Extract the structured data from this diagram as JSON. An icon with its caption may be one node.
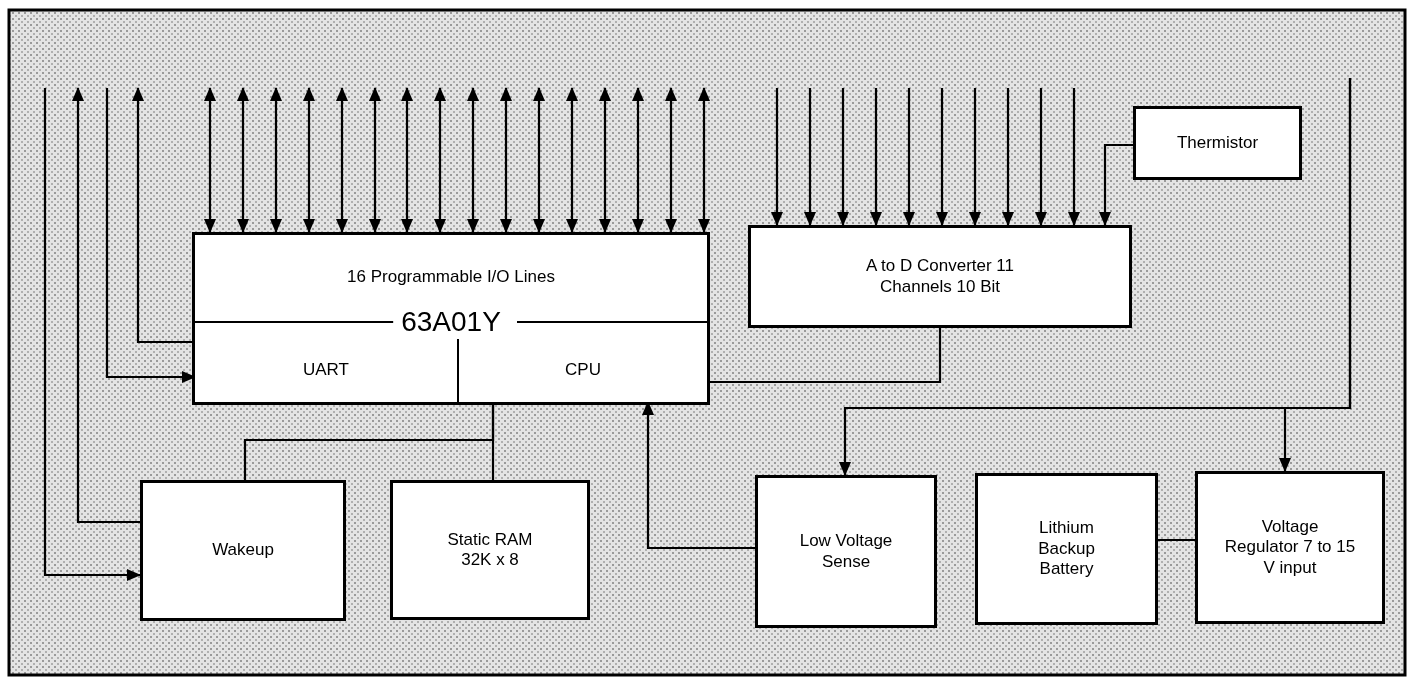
{
  "diagram": {
    "nodes": [
      {
        "text": [
          "16 Programmable I/O Lines",
          "63A01Y"
        ]
      },
      {
        "text": [
          "UART"
        ],
        "in": 0
      },
      {
        "text": [
          "CPU"
        ],
        "in": 0
      },
      {
        "text": [
          "A to D Converter 11 Channels 10 Bit"
        ]
      },
      {
        "text": [
          "Thermistor"
        ]
      },
      {
        "text": [
          "Wakeup"
        ]
      },
      {
        "text": [
          "Static RAM 32K x 8"
        ]
      },
      {
        "text": [
          "Low Voltage Sense"
        ]
      },
      {
        "text": [
          "Lithium Backup Battery"
        ]
      },
      {
        "text": [
          "Voltage Regulator 7 to 15 V input"
        ]
      }
    ],
    "edges": [
      {
        "from": null,
        "to": 0,
        "arrow": "both"
      },
      {
        "from": null,
        "to": 0,
        "arrow": "both"
      },
      {
        "from": null,
        "to": 0,
        "arrow": "both"
      },
      {
        "from": null,
        "to": 0,
        "arrow": "both"
      },
      {
        "from": null,
        "to": 0,
        "arrow": "both"
      },
      {
        "from": null,
        "to": 0,
        "arrow": "both"
      },
      {
        "from": null,
        "to": 0,
        "arrow": "both"
      },
      {
        "from": null,
        "to": 0,
        "arrow": "both"
      },
      {
        "from": null,
        "to": 0,
        "arrow": "both"
      },
      {
        "from": null,
        "to": 0,
        "arrow": "both"
      },
      {
        "from": null,
        "to": 0,
        "arrow": "both"
      },
      {
        "from": null,
        "to": 0,
        "arrow": "both"
      },
      {
        "from": null,
        "to": 0,
        "arrow": "both"
      },
      {
        "from": null,
        "to": 0,
        "arrow": "both"
      },
      {
        "from": null,
        "to": 0,
        "arrow": "both"
      },
      {
        "from": null,
        "to": 0,
        "arrow": "both"
      },
      {
        "from": null,
        "to": 3,
        "arrow": "to"
      },
      {
        "from": null,
        "to": 3,
        "arrow": "to"
      },
      {
        "from": null,
        "to": 3,
        "arrow": "to"
      },
      {
        "from": null,
        "to": 3,
        "arrow": "to"
      },
      {
        "from": null,
        "to": 3,
        "arrow": "to"
      },
      {
        "from": null,
        "to": 3,
        "arrow": "to"
      },
      {
        "from": null,
        "to": 3,
        "arrow": "to"
      },
      {
        "from": null,
        "to": 3,
        "arrow": "to"
      },
      {
        "from": null,
        "to": 3,
        "arrow": "to"
      },
      {
        "from": null,
        "to": 3,
        "arrow": "to"
      },
      {
        "from": 4,
        "to": 3,
        "arrow": "to"
      },
      {
        "from": 1,
        "to": null,
        "arrow": "to"
      },
      {
        "from": null,
        "to": 1,
        "arrow": "to"
      },
      {
        "from": 5,
        "to": null,
        "arrow": "to"
      },
      {
        "from": null,
        "to": 5,
        "arrow": "to"
      },
      {
        "from": 5,
        "to": 2,
        "arrow": "none"
      },
      {
        "from": 6,
        "to": 2,
        "arrow": "none"
      },
      {
        "from": 2,
        "to": 3,
        "arrow": "none"
      },
      {
        "from": 7,
        "to": 2,
        "arrow": "to"
      },
      {
        "from": null,
        "to": 7,
        "arrow": "to"
      },
      {
        "from": null,
        "to": 9,
        "arrow": "to"
      },
      {
        "from": 8,
        "to": 9,
        "arrow": "none"
      }
    ]
  }
}
